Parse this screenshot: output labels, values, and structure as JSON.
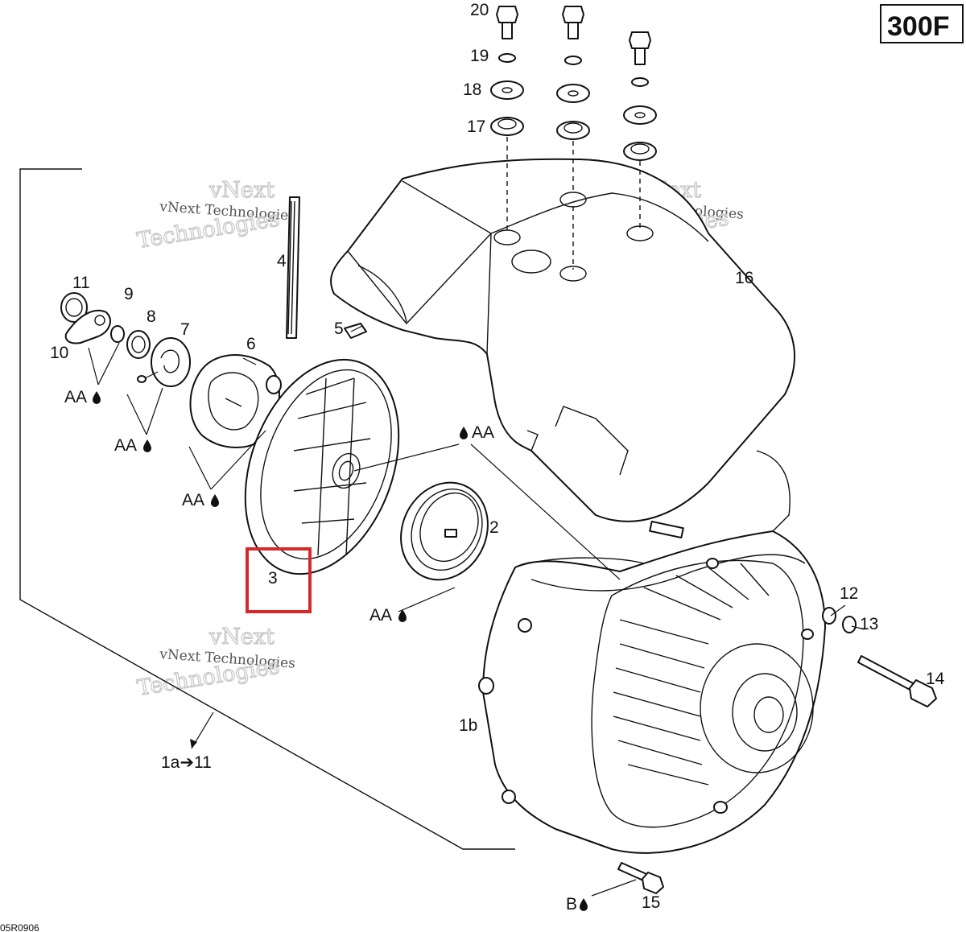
{
  "model_badge": "300F",
  "diagram_code": "05R0906",
  "watermark": {
    "line1": "vNext Technologies",
    "line2": "Technologies",
    "arc": "vNext"
  },
  "highlight_color": "#d62a2a",
  "labels": {
    "p20": "20",
    "p19": "19",
    "p18": "18",
    "p17": "17",
    "p16": "16",
    "p4": "4",
    "p5": "5",
    "p11": "11",
    "p9": "9",
    "p8": "8",
    "p7": "7",
    "p10": "10",
    "p6": "6",
    "p2": "2",
    "p3": "3",
    "p12": "12",
    "p13": "13",
    "p14": "14",
    "p1b": "1b",
    "p1a": "1a➔11",
    "p15": "15"
  },
  "lube": {
    "aa": "AA",
    "b": "B",
    "drop_icon": "oil-drop-icon"
  }
}
